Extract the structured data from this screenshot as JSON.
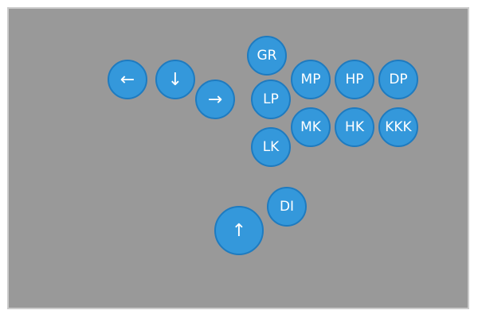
{
  "controller": {
    "buttons": {
      "left": {
        "label": "←"
      },
      "down": {
        "label": "↓"
      },
      "right": {
        "label": "→"
      },
      "gr": {
        "label": "GR"
      },
      "lp": {
        "label": "LP"
      },
      "lk": {
        "label": "LK"
      },
      "mp": {
        "label": "MP"
      },
      "hp": {
        "label": "HP"
      },
      "dp": {
        "label": "DP"
      },
      "mk": {
        "label": "MK"
      },
      "hk": {
        "label": "HK"
      },
      "kkk": {
        "label": "KKK"
      },
      "di": {
        "label": "DI"
      },
      "up": {
        "label": "↑"
      }
    },
    "colors": {
      "panel_background": "#999999",
      "panel_border": "#cccccc",
      "button_fill": "#3498db",
      "button_border": "#1e7bc0",
      "button_text": "#ffffff"
    }
  }
}
